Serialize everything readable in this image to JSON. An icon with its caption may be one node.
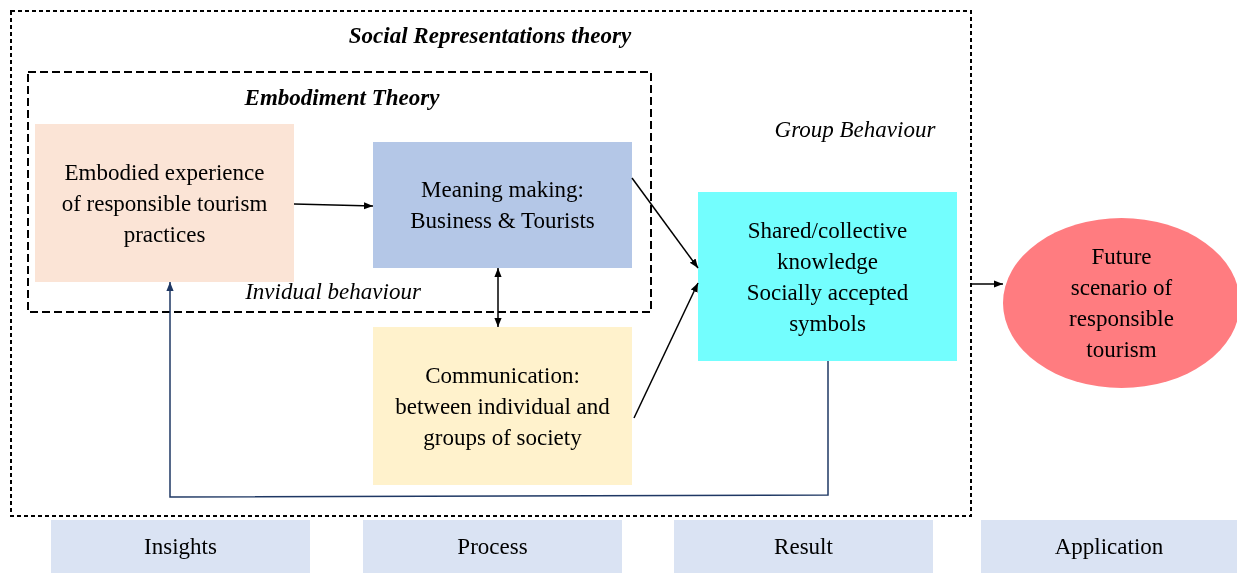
{
  "diagram": {
    "nodes": [
      {
        "text": [
          "Social Representations theory",
          "Group Behaviour"
        ]
      },
      {
        "text": [
          "Embodiment Theory",
          "Invidual behaviour"
        ],
        "in": 0
      },
      {
        "text": [
          "Embodied experience of responsible tourism practices"
        ],
        "in": 1
      },
      {
        "text": [
          "Meaning making: Business & Tourists"
        ],
        "in": 1
      },
      {
        "text": [
          "Communication: between individual and groups of society"
        ],
        "in": 0
      },
      {
        "text": [
          "Shared/collective knowledge",
          "Socially accepted symbols"
        ],
        "in": 0
      },
      {
        "text": [
          "Future scenario of responsible tourism"
        ]
      },
      {
        "text": [
          "Insights"
        ]
      },
      {
        "text": [
          "Process"
        ]
      },
      {
        "text": [
          "Result"
        ]
      },
      {
        "text": [
          "Application"
        ]
      }
    ],
    "edges": [
      {
        "from": 2,
        "to": 3,
        "arrow": "to"
      },
      {
        "from": 3,
        "to": 4,
        "arrow": "both"
      },
      {
        "from": 3,
        "to": 5,
        "arrow": "to"
      },
      {
        "from": 4,
        "to": 5,
        "arrow": "to"
      },
      {
        "from": 5,
        "to": 2,
        "arrow": "to",
        "color": "#1f3864"
      },
      {
        "from": 0,
        "to": 6,
        "arrow": "to"
      }
    ]
  }
}
